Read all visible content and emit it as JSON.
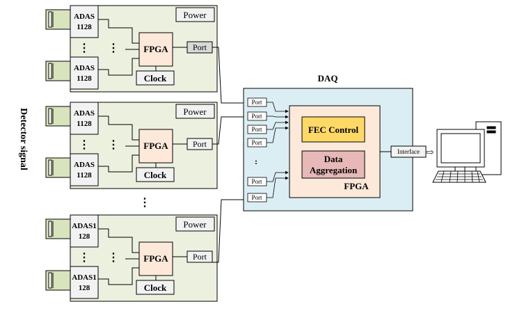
{
  "side_label": "Detector signal",
  "fec_boards": [
    {
      "asic_top": [
        "ADAS",
        "1128"
      ],
      "asic_bottom": [
        "ADAS",
        "1128"
      ],
      "power": "Power",
      "fpga": "FPGA",
      "clock": "Clock",
      "port": "Port",
      "ellipsis": "⋮"
    },
    {
      "asic_top": [
        "ADAS",
        "1128"
      ],
      "asic_bottom": [
        "ADAS",
        "1128"
      ],
      "power": "Power",
      "fpga": "FPGA",
      "clock": "Clock",
      "port": "Port",
      "ellipsis": "⋮"
    },
    {
      "asic_top": [
        "ADAS1",
        "128"
      ],
      "asic_bottom": [
        "ADAS1",
        "128"
      ],
      "power": "Power",
      "fpga": "FPGA",
      "clock": "Clock",
      "port": "Port",
      "ellipsis": "⋮"
    }
  ],
  "board_gap_ellipsis": "⋮",
  "daq": {
    "title": "DAQ",
    "port_label": "Port",
    "port_ellipsis": ":",
    "fpga_label": "FPGA",
    "fec_control": "FEC Control",
    "data_aggregation": [
      "Data",
      "Aggregation"
    ],
    "interface": "Interface",
    "interface_arrow": "⇨"
  },
  "colors": {
    "board_fill": "#ebf1de",
    "daq_fill": "#dbeef4",
    "fpga_fill": "#fde9d9",
    "fec_control_fill": "#ffd966",
    "aggregation_fill": "#e6b8b7",
    "connector_fill": "#d8e4bc",
    "asic_fill": "#f2f2f2"
  }
}
